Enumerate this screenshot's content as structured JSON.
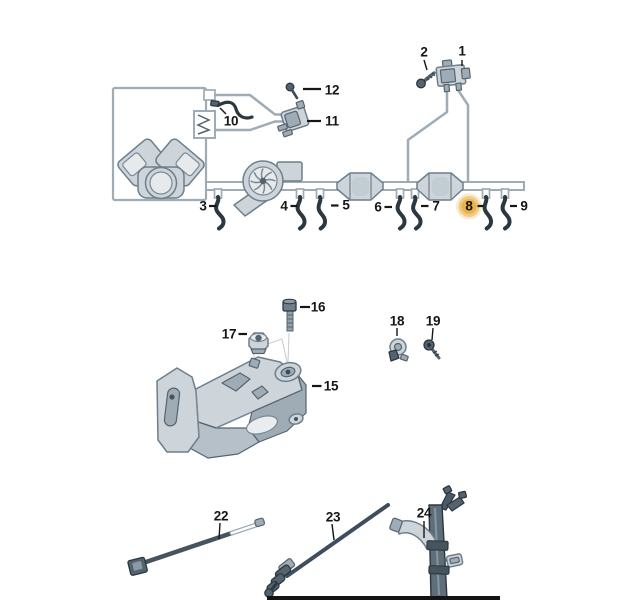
{
  "diagram": {
    "highlighted_part": "8",
    "parts": {
      "1": "1",
      "2": "2",
      "3": "3",
      "4": "4",
      "5": "5",
      "6": "6",
      "7": "7",
      "8": "8",
      "9": "9",
      "10": "10",
      "11": "11",
      "12": "12",
      "15": "15",
      "16": "16",
      "17": "17",
      "18": "18",
      "19": "19",
      "22": "22",
      "23": "23",
      "24": "24"
    },
    "colors": {
      "background": "#FFFFFF",
      "line": "#9FABB5",
      "part_fill": "#CDD5DB",
      "part_dark": "#2C3840",
      "label": "#161616",
      "highlight": "#E8B049",
      "crop_bar": "#141414"
    }
  }
}
